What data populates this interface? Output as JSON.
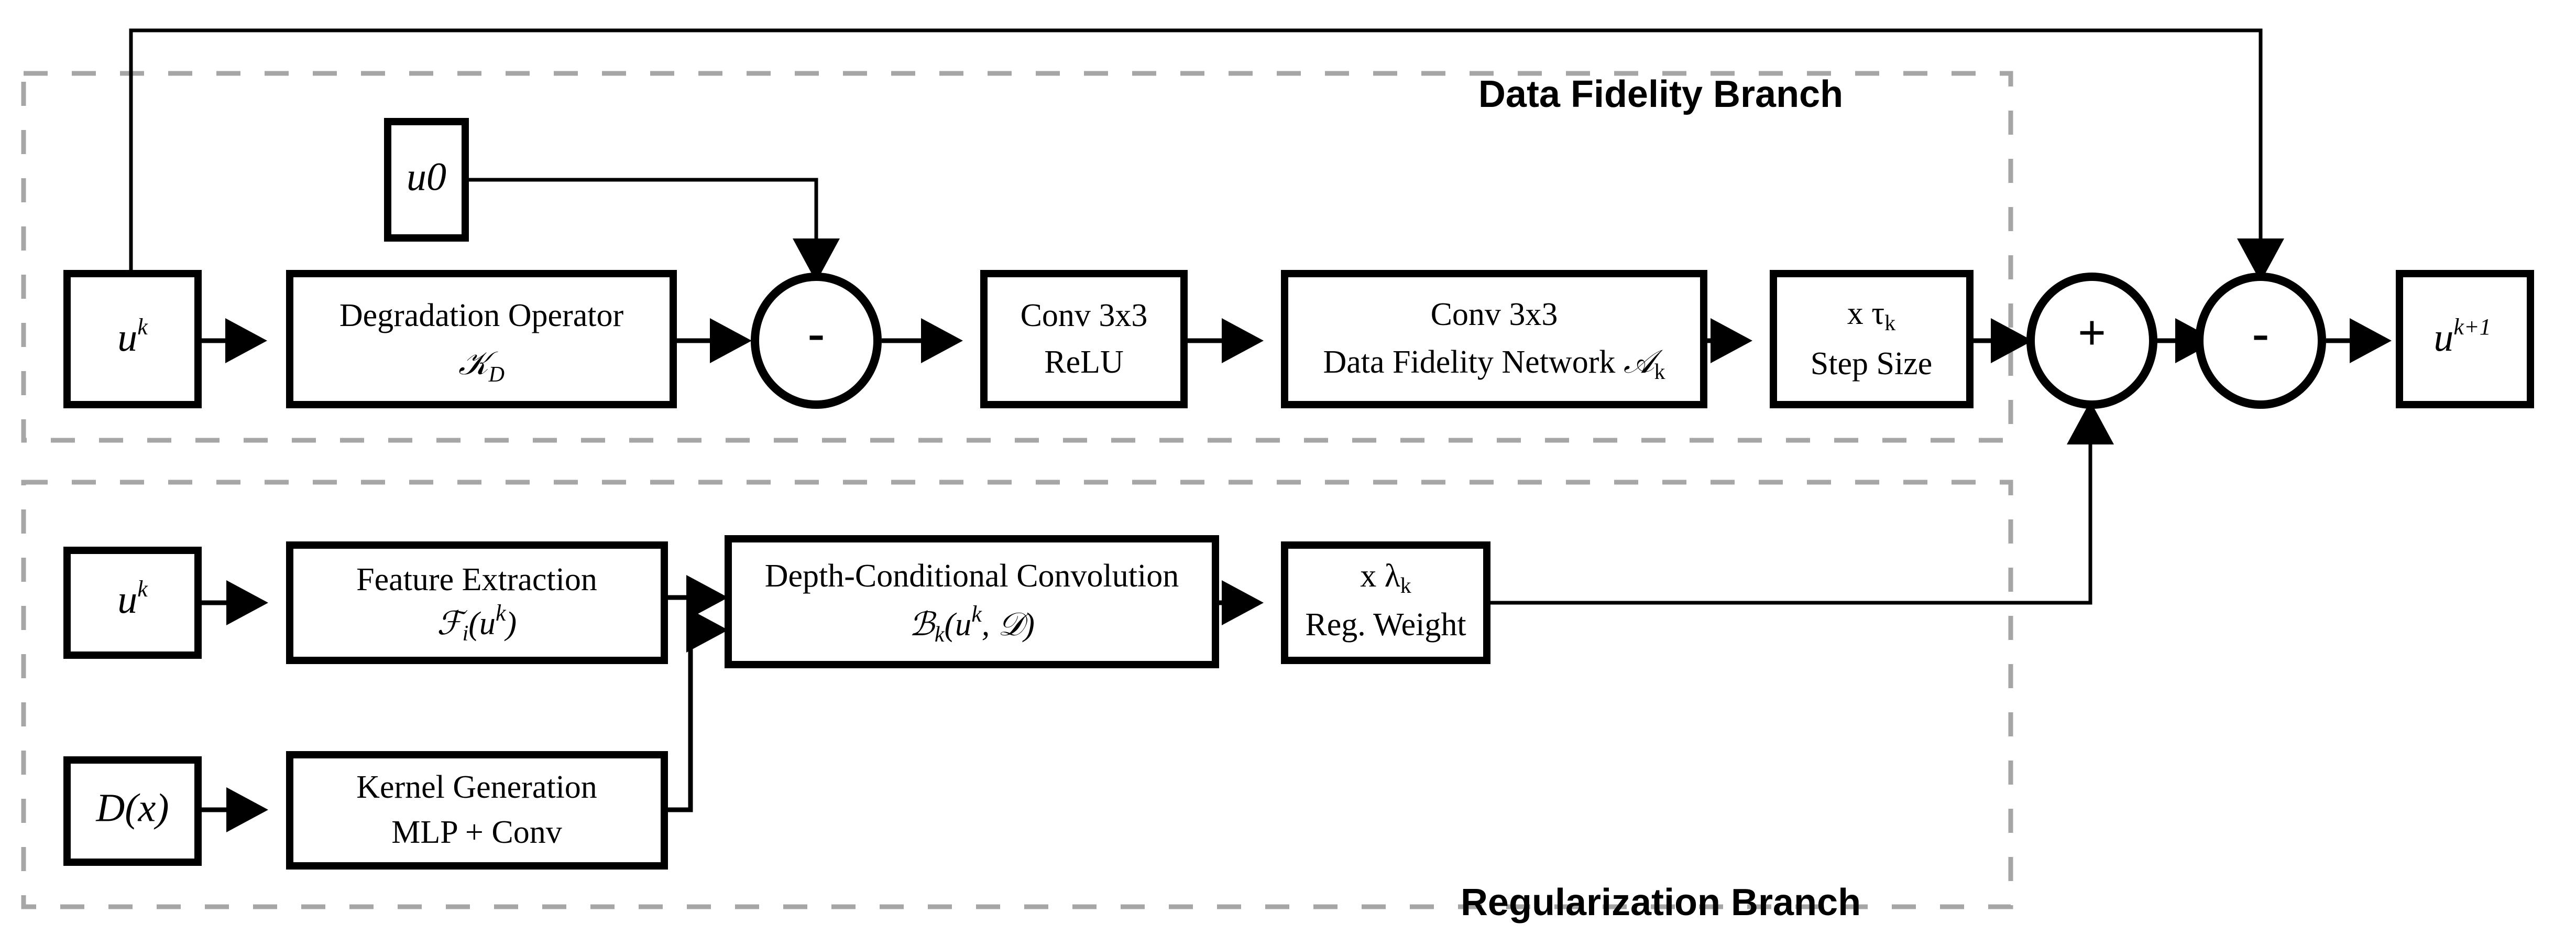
{
  "diagram": {
    "title_hidden": "",
    "branches": [
      {
        "id": "data-fidelity",
        "label": "Data Fidelity Branch"
      },
      {
        "id": "regularization",
        "label": "Regularization Branch"
      }
    ],
    "top_branch": {
      "label": "Data Fidelity Branch",
      "nodes": [
        {
          "id": "u-k-top",
          "kind": "box",
          "text": "u",
          "sup": "k"
        },
        {
          "id": "u0",
          "kind": "box",
          "text": "u0"
        },
        {
          "id": "degradation",
          "kind": "box",
          "line1": "Degradation Operator",
          "line2": "K",
          "line2_sub": "D"
        },
        {
          "id": "minus-1",
          "kind": "circle",
          "text": "-"
        },
        {
          "id": "conv-relu",
          "kind": "box",
          "line1": "Conv 3x3",
          "line2": "ReLU"
        },
        {
          "id": "dfn",
          "kind": "box",
          "line1": "Conv 3x3",
          "line2": "Data Fidelity Network ",
          "line2_math": "A",
          "line2_sub": "k"
        },
        {
          "id": "step-size",
          "kind": "box",
          "line1": "x τ",
          "line1_sub": "k",
          "line2": "Step Size"
        },
        {
          "id": "plus",
          "kind": "circle",
          "text": "+"
        },
        {
          "id": "minus-2",
          "kind": "circle",
          "text": "-"
        },
        {
          "id": "u-k1",
          "kind": "box",
          "text": "u",
          "sup": "k+1"
        }
      ]
    },
    "bottom_branch": {
      "label": "Regularization Branch",
      "nodes": [
        {
          "id": "u-k-bot",
          "kind": "box",
          "text": "u",
          "sup": "k"
        },
        {
          "id": "feature",
          "kind": "box",
          "line1": "Feature Extraction",
          "line2": "F",
          "line2_sub": "i",
          "line2_tail": "(u",
          "line2_sup": "k",
          "line2_end": ")"
        },
        {
          "id": "depth-conv",
          "kind": "box",
          "line1": "Depth-Conditional Convolution",
          "line2": "B",
          "line2_sub": "k",
          "line2_tail": "(u",
          "line2_sup": "k",
          "line2_mid": ", ",
          "line2_cal": "D",
          "line2_end": ")"
        },
        {
          "id": "reg-weight",
          "kind": "box",
          "line1": "x λ",
          "line1_sub": "k",
          "line2": "Reg. Weight"
        },
        {
          "id": "dx",
          "kind": "box",
          "text": "D(x)"
        },
        {
          "id": "kernel-gen",
          "kind": "box",
          "line1": "Kernel Generation",
          "line2": "MLP + Conv"
        }
      ]
    },
    "symbols": {
      "minus": "-",
      "plus": "+",
      "tau": "τ",
      "lambda": "λ",
      "k_cal": "𝒦",
      "a_cal": "𝒜",
      "f_cal": "ℱ",
      "b_cal": "ℬ",
      "d_cal": "𝒟"
    },
    "colors": {
      "stroke": "#000000",
      "dashed_border": "#a6a6a6",
      "background": "#ffffff"
    }
  }
}
